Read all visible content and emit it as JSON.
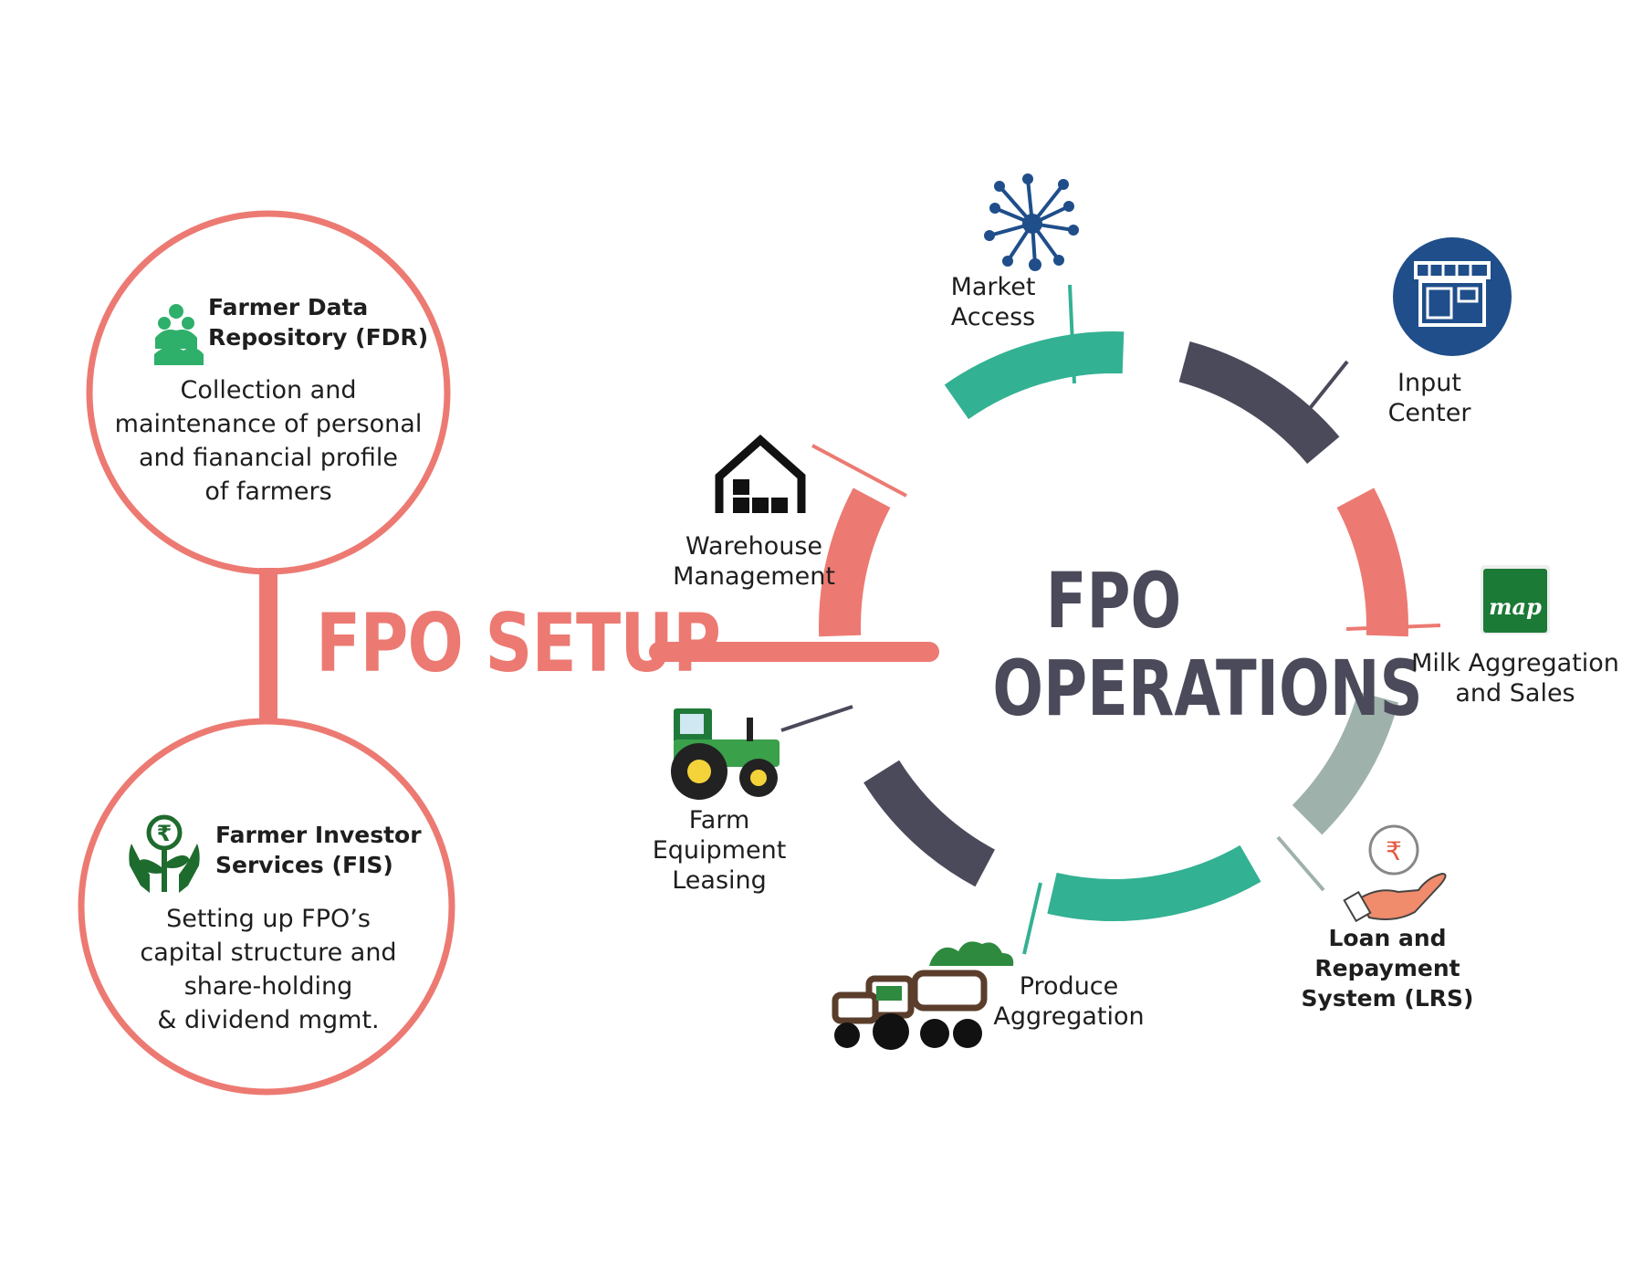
{
  "colors": {
    "coral": "#ec7a72",
    "teal": "#33b193",
    "charcoal": "#4a4a5a",
    "grey_teal": "#9fb1ab",
    "navy": "#1f4e8a",
    "green": "#1f7a3a",
    "dark_green": "#1e6b2e",
    "brand_green": "#1b7a36"
  },
  "setup": {
    "title": "FPO SETUP",
    "fdr": {
      "title_line1": "Farmer Data",
      "title_line2": "Repository (FDR)",
      "desc": [
        "Collection and",
        "maintenance of personal",
        "and fianancial profile",
        "of farmers"
      ],
      "icon": "people-group-icon"
    },
    "fis": {
      "title_line1": "Farmer Investor",
      "title_line2": "Services (FIS)",
      "desc": [
        "Setting up FPO’s",
        "capital structure and",
        "share-holding",
        "& dividend mgmt."
      ],
      "icon": "rupee-plant-hands-icon"
    }
  },
  "operations": {
    "title_line1": "FPO",
    "title_line2": "OPERATIONS",
    "items": {
      "market_access": {
        "lines": [
          "Market",
          "Access"
        ],
        "icon": "network-hub-icon"
      },
      "input_center": {
        "lines": [
          "Input",
          "Center"
        ],
        "icon": "storefront-icon"
      },
      "milk": {
        "lines": [
          "Milk Aggregation",
          "and Sales"
        ],
        "icon": "map-app-icon",
        "badge": "map"
      },
      "loan": {
        "lines": [
          "Loan and",
          "Repayment",
          "System (LRS)"
        ],
        "icon": "rupee-hand-icon",
        "symbol": "₹"
      },
      "produce": {
        "lines": [
          "Produce",
          "Aggregation"
        ],
        "icon": "tractor-trailer-icon"
      },
      "farm_equipment": {
        "lines": [
          "Farm",
          "Equipment",
          "Leasing"
        ],
        "icon": "tractor-icon"
      },
      "warehouse": {
        "lines": [
          "Warehouse",
          "Management"
        ],
        "icon": "warehouse-icon"
      }
    }
  }
}
